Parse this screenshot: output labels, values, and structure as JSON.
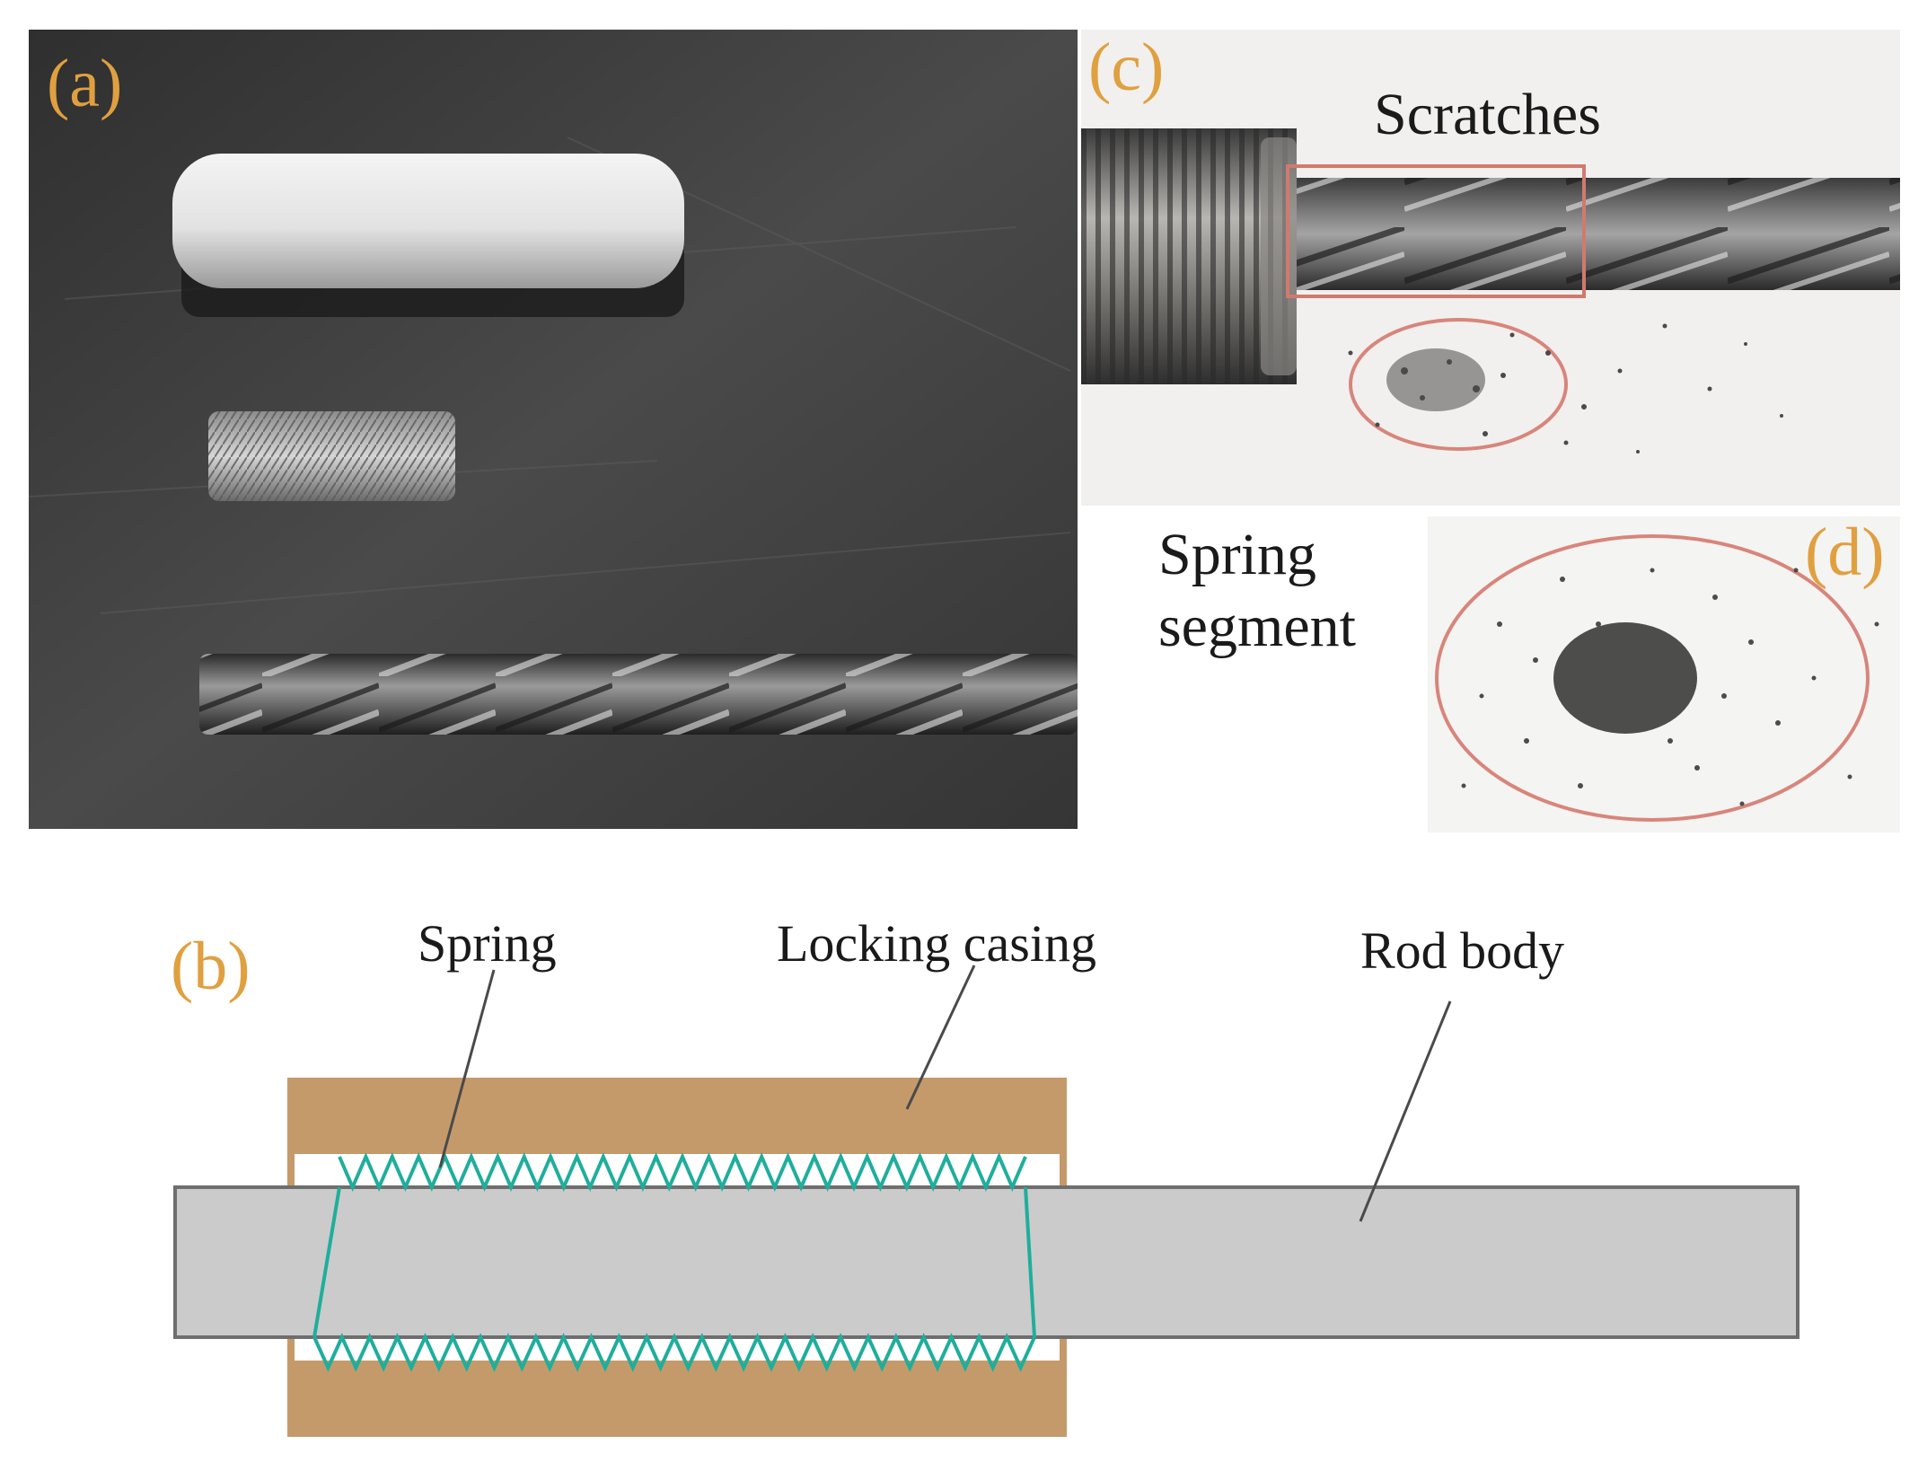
{
  "colors": {
    "panel_letter": "#e0a040",
    "casing": "#c59a6a",
    "rod": "#cbcbcb",
    "rod_stroke": "#6e6e6e",
    "spring": "#1fae9c",
    "ellipse": "#d8857b"
  },
  "panel_a": {
    "letter": "(a)"
  },
  "panel_c": {
    "letter": "(c)",
    "scratches_label": "Scratches"
  },
  "panel_d": {
    "letter": "(d)",
    "spring_segment_line1": "Spring",
    "spring_segment_line2": "segment"
  },
  "panel_b": {
    "letter": "(b)",
    "spring_label": "Spring",
    "casing_label": "Locking casing",
    "rod_label": "Rod body"
  }
}
